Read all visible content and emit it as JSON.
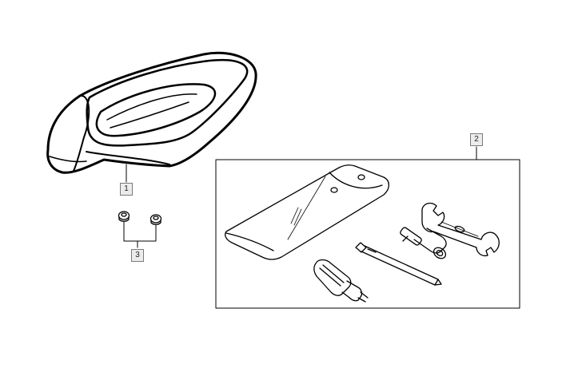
{
  "callouts": {
    "seat": "1",
    "tool_kit": "2",
    "fasteners": "3"
  },
  "colors": {
    "line": "#000000",
    "callout_border": "#7a7a7a",
    "callout_fill": "#ececec"
  }
}
